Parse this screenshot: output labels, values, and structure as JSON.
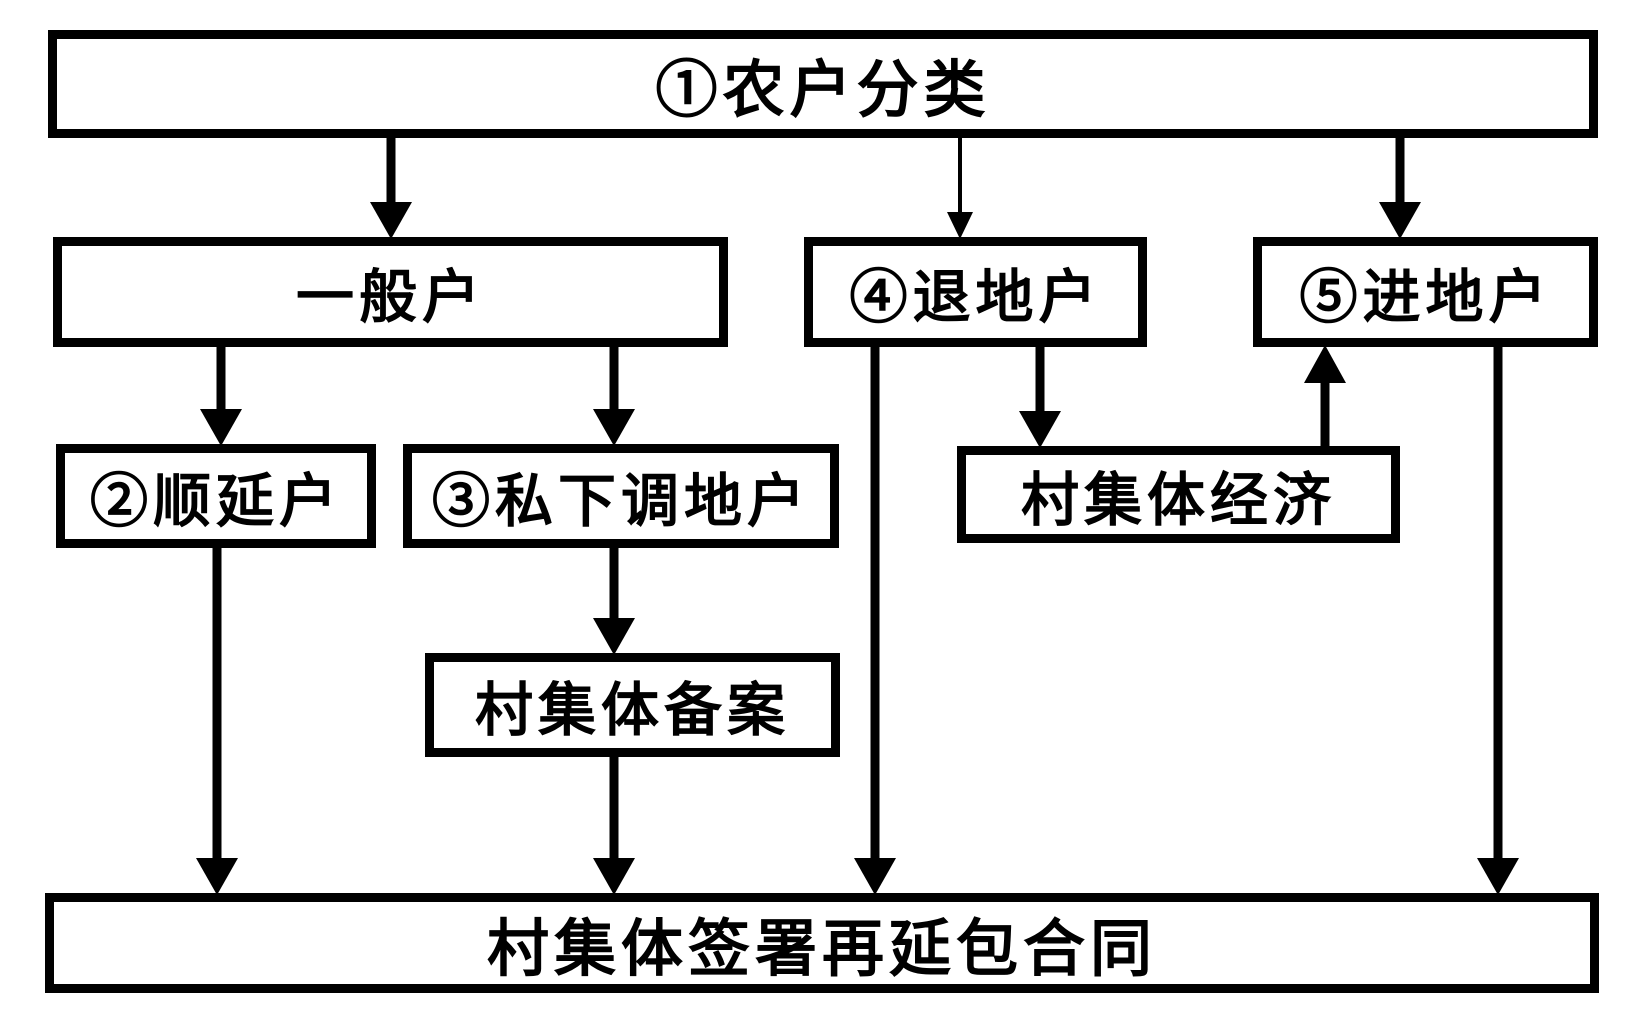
{
  "nodes": {
    "top": {
      "label": "①农户分类"
    },
    "general": {
      "label": "一般户"
    },
    "tuidi": {
      "label": "④退地户"
    },
    "jindi": {
      "label": "⑤进地户"
    },
    "shunyan": {
      "label": "②顺延户"
    },
    "sixia": {
      "label": "③私下调地户"
    },
    "jingji": {
      "label": "村集体经济"
    },
    "beian": {
      "label": "村集体备案"
    },
    "bottom": {
      "label": "村集体签署再延包合同"
    }
  },
  "colors": {
    "line": "#000000",
    "background": "#ffffff"
  }
}
